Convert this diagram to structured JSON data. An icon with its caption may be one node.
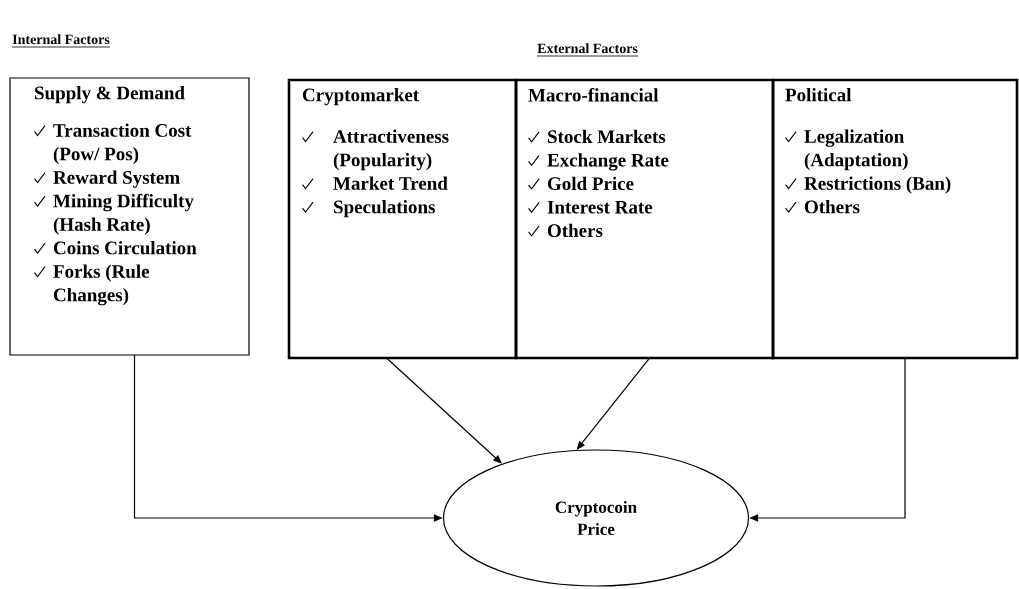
{
  "diagram": {
    "nodes": [
      {
        "text": [
          "Supply & Demand",
          "Transaction Cost (Pow/ Pos)",
          "Reward System",
          "Mining Difficulty (Hash Rate)",
          "Coins Circulation",
          "Forks (Rule Changes)"
        ]
      },
      {
        "text": [
          "Cryptomarket",
          "Attractiveness (Popularity)",
          "Market Trend",
          "Speculations"
        ]
      },
      {
        "text": [
          "Macro-financial",
          "Stock Markets",
          "Exchange Rate",
          "Gold Price",
          "Interest Rate",
          "Others"
        ]
      },
      {
        "text": [
          "Political",
          "Legalization (Adaptation)",
          "Restrictions (Ban)",
          "Others"
        ]
      },
      {
        "text": [
          "Cryptocoin Price"
        ]
      }
    ],
    "edges": [
      {
        "from": 0,
        "to": 4,
        "arrow": "to"
      },
      {
        "from": 1,
        "to": 4,
        "arrow": "to"
      },
      {
        "from": 2,
        "to": 4,
        "arrow": "to"
      },
      {
        "from": 3,
        "to": 4,
        "arrow": "to"
      }
    ],
    "labels": [
      "Internal Factors",
      "External Factors"
    ]
  }
}
